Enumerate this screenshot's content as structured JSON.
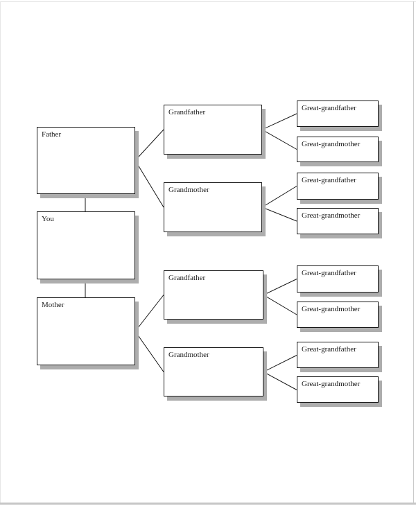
{
  "diagram": {
    "type": "family-tree-template",
    "nodes": [
      {
        "id": "father",
        "label": "Father",
        "generation": "parent"
      },
      {
        "id": "you",
        "label": "You",
        "generation": "self"
      },
      {
        "id": "mother",
        "label": "Mother",
        "generation": "parent"
      },
      {
        "id": "grandfather-paternal",
        "label": "Grandfather",
        "generation": "grandparent"
      },
      {
        "id": "grandmother-paternal",
        "label": "Grandmother",
        "generation": "grandparent"
      },
      {
        "id": "grandfather-maternal",
        "label": "Grandfather",
        "generation": "grandparent"
      },
      {
        "id": "grandmother-maternal",
        "label": "Grandmother",
        "generation": "grandparent"
      },
      {
        "id": "great-grandfather-1",
        "label": "Great-grandfather",
        "generation": "great-grandparent"
      },
      {
        "id": "great-grandmother-1",
        "label": "Great-grandmother",
        "generation": "great-grandparent"
      },
      {
        "id": "great-grandfather-2",
        "label": "Great-grandfather",
        "generation": "great-grandparent"
      },
      {
        "id": "great-grandmother-2",
        "label": "Great-grandmother",
        "generation": "great-grandparent"
      },
      {
        "id": "great-grandfather-3",
        "label": "Great-grandfather",
        "generation": "great-grandparent"
      },
      {
        "id": "great-grandmother-3",
        "label": "Great-grandmother",
        "generation": "great-grandparent"
      },
      {
        "id": "great-grandfather-4",
        "label": "Great-grandfather",
        "generation": "great-grandparent"
      },
      {
        "id": "great-grandmother-4",
        "label": "Great-grandmother",
        "generation": "great-grandparent"
      }
    ],
    "edges": [
      [
        "you",
        "father"
      ],
      [
        "you",
        "mother"
      ],
      [
        "father",
        "grandfather-paternal"
      ],
      [
        "father",
        "grandmother-paternal"
      ],
      [
        "mother",
        "grandfather-maternal"
      ],
      [
        "mother",
        "grandmother-maternal"
      ],
      [
        "grandfather-paternal",
        "great-grandfather-1"
      ],
      [
        "grandfather-paternal",
        "great-grandmother-1"
      ],
      [
        "grandmother-paternal",
        "great-grandfather-2"
      ],
      [
        "grandmother-paternal",
        "great-grandmother-2"
      ],
      [
        "grandfather-maternal",
        "great-grandfather-3"
      ],
      [
        "grandfather-maternal",
        "great-grandmother-3"
      ],
      [
        "grandmother-maternal",
        "great-grandfather-4"
      ],
      [
        "grandmother-maternal",
        "great-grandmother-4"
      ]
    ],
    "colors": {
      "box_fill": "#ffffff",
      "box_border": "#161616",
      "box_shadow": "#adadad",
      "connector_line": "#161616",
      "label_text": "#1a1a1a",
      "page_background": "#ffffff"
    }
  }
}
